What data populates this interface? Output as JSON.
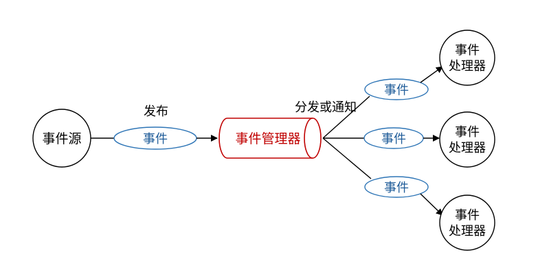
{
  "diagram": {
    "source": {
      "label": "事件源"
    },
    "publish_label": "发布",
    "event_label": "事件",
    "manager": {
      "label": "事件管理器"
    },
    "dispatch_label": "分发或通知",
    "handlers": [
      {
        "line1": "事件",
        "line2": "处理器"
      },
      {
        "line1": "事件",
        "line2": "处理器"
      },
      {
        "line1": "事件",
        "line2": "处理器"
      }
    ],
    "colors": {
      "event_stroke": "#2e75b6",
      "event_text": "#1f5c99",
      "manager_stroke": "#c00000",
      "manager_text": "#c00000",
      "line": "#000000"
    }
  }
}
